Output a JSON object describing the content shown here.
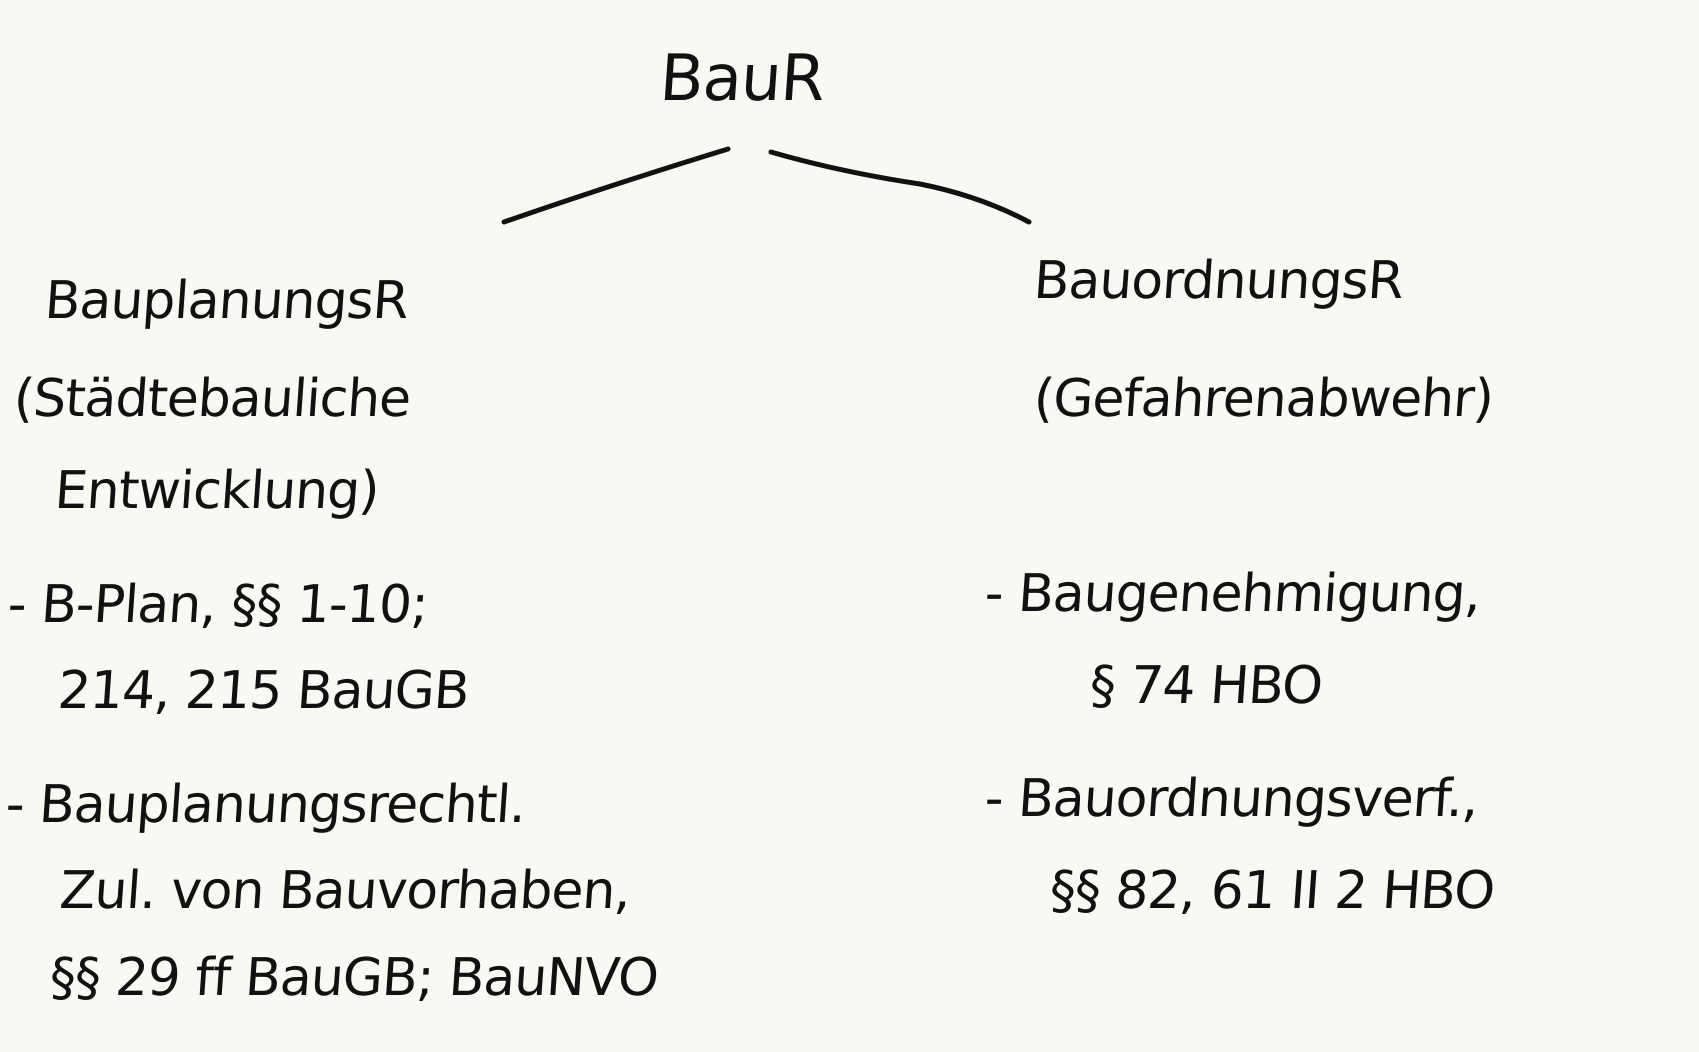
{
  "root": "BauR",
  "left": {
    "title": "BauplanungsR",
    "subtitle_line1": "(Städtebauliche",
    "subtitle_line2": "Entwicklung)",
    "items": [
      {
        "line1": "- B-Plan, §§ 1-10;",
        "line2": "214, 215 BauGB"
      },
      {
        "line1": "- Bauplanungsrechtl.",
        "line2": "Zul. von Bauvorhaben,",
        "line3": "§§ 29 ff BauGB; BauNVO"
      }
    ]
  },
  "right": {
    "title": "BauordnungsR",
    "subtitle": "(Gefahrenabwehr)",
    "items": [
      {
        "line1": "- Baugenehmigung,",
        "line2": "§ 74  HBO"
      },
      {
        "line1": "- Bauordnungsverf.,",
        "line2": "§§ 82, 61 II 2  HBO"
      }
    ]
  }
}
